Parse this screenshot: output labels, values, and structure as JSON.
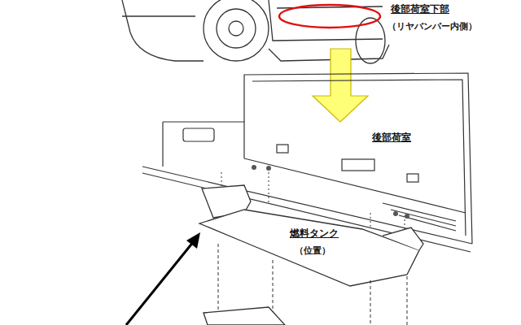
{
  "diagram": {
    "labels": [
      "後部荷室下部",
      "（リヤバンパー内側）",
      "後部荷室",
      "燃料タンク",
      "（位置）"
    ]
  }
}
